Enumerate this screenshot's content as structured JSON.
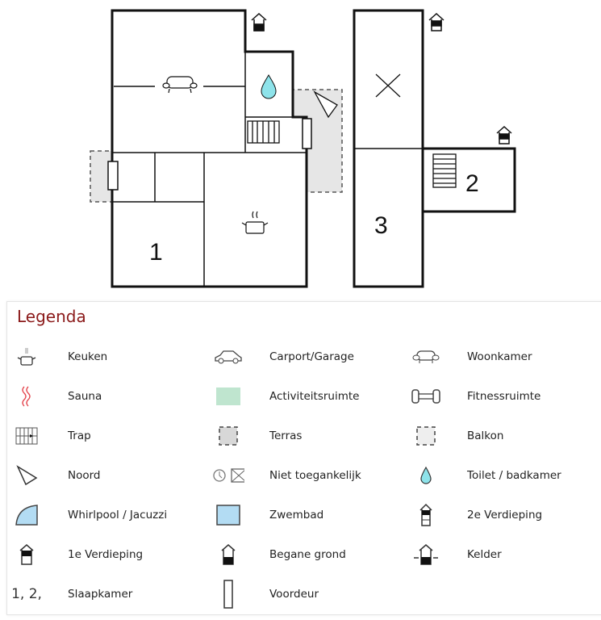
{
  "plan": {
    "rooms": [
      "1",
      "2",
      "3"
    ]
  },
  "legend": {
    "title": "Legenda",
    "items": [
      {
        "icon": "kitchen-icon",
        "label": "Keuken"
      },
      {
        "icon": "car-icon",
        "label": "Carport/Garage"
      },
      {
        "icon": "sofa-icon",
        "label": "Woonkamer"
      },
      {
        "icon": "sauna-icon",
        "label": "Sauna"
      },
      {
        "icon": "activity-area-icon",
        "label": "Activiteitsruimte"
      },
      {
        "icon": "dumbbell-icon",
        "label": "Fitnessruimte"
      },
      {
        "icon": "stairs-icon",
        "label": "Trap"
      },
      {
        "icon": "terrace-icon",
        "label": "Terras"
      },
      {
        "icon": "balcony-icon",
        "label": "Balkon"
      },
      {
        "icon": "north-icon",
        "label": "Noord"
      },
      {
        "icon": "not-accessible-icon",
        "label": "Niet toegankelijk"
      },
      {
        "icon": "water-drop-icon",
        "label": "Toilet / badkamer"
      },
      {
        "icon": "whirlpool-icon",
        "label": "Whirlpool / Jacuzzi"
      },
      {
        "icon": "pool-icon",
        "label": "Zwembad"
      },
      {
        "icon": "second-floor-icon",
        "label": "2e Verdieping"
      },
      {
        "icon": "first-floor-icon",
        "label": "1e Verdieping"
      },
      {
        "icon": "ground-floor-icon",
        "label": "Begane grond"
      },
      {
        "icon": "basement-icon",
        "label": "Kelder"
      },
      {
        "icon": "bedroom-number-icon",
        "label": "Slaapkamer",
        "glyph": "1, 2,"
      },
      {
        "icon": "front-door-icon",
        "label": "Voordeur"
      }
    ]
  },
  "colors": {
    "title": "#8b1a1a",
    "water": "#8ee3ea",
    "pool": "#b3dcf3",
    "activity": "#bfe5cf",
    "terrace": "#e4e4e4"
  }
}
